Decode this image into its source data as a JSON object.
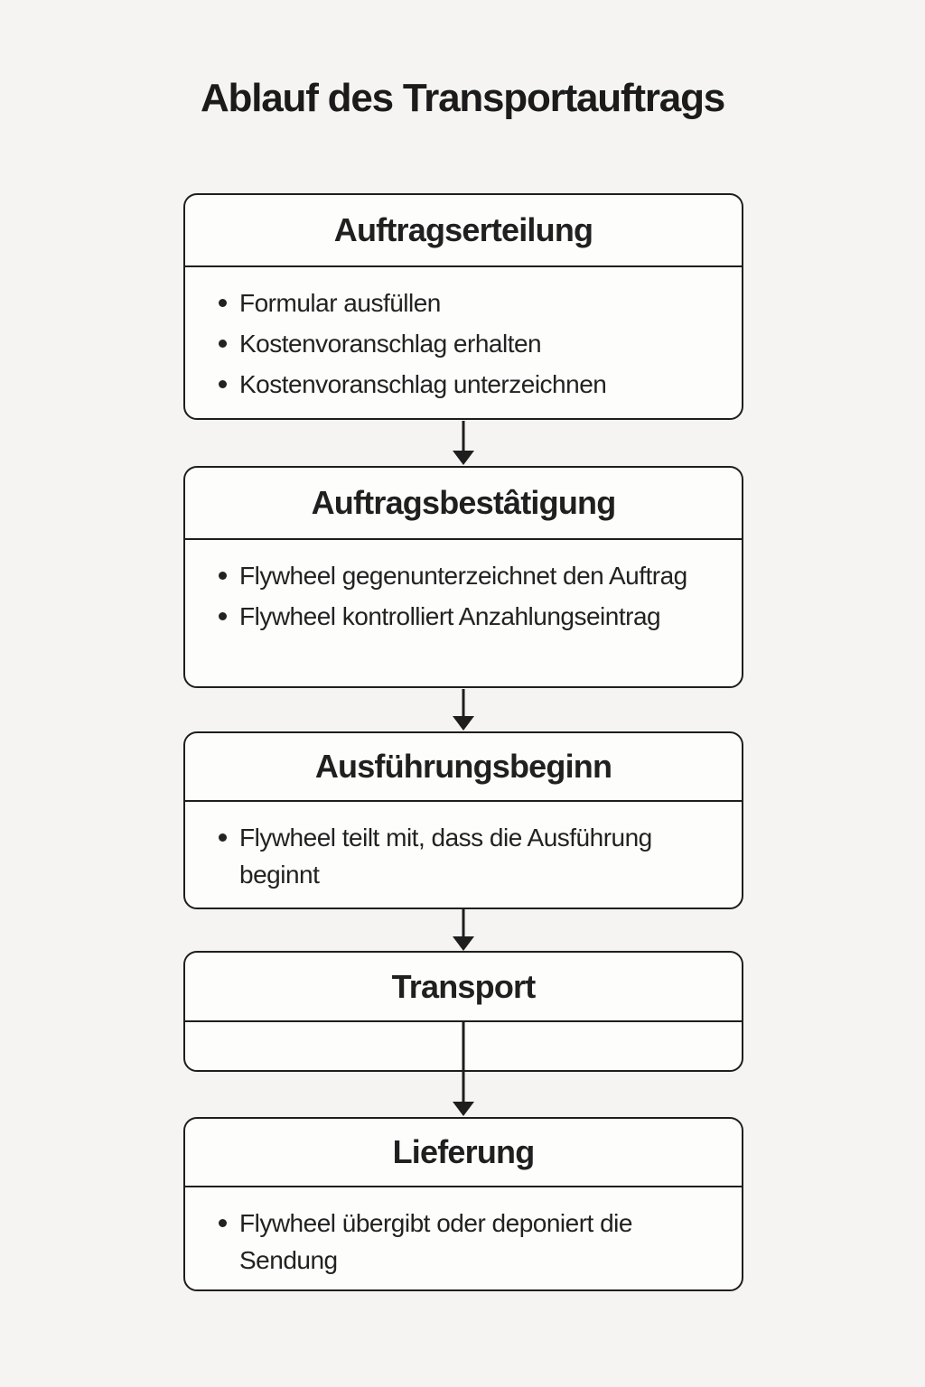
{
  "title": "Ablauf des Transportauftrags",
  "colors": {
    "background": "#f5f4f2",
    "box_fill": "#fdfdfc",
    "ink": "#1e1e1e"
  },
  "flow": {
    "steps": [
      {
        "title": "Auftragserteilung",
        "bullets": [
          "Formular ausfüllen",
          "Kostenvoranschlag erhalten",
          "Kostenvoranschlag unterzeichnen"
        ]
      },
      {
        "title": "Auftragsbestâtigung",
        "bullets": [
          "Flywheel gegenunterzeichnet den Auftrag",
          "Flywheel kontrolliert Anzahlungseintrag"
        ]
      },
      {
        "title": "Ausführungsbeginn",
        "bullets": [
          "Flywheel teilt mit, dass die Ausführung beginnt"
        ]
      },
      {
        "title": "Transport",
        "bullets": []
      },
      {
        "title": "Lieferung",
        "bullets": [
          "Flywheel übergibt oder deponiert die Sendung"
        ]
      }
    ]
  }
}
